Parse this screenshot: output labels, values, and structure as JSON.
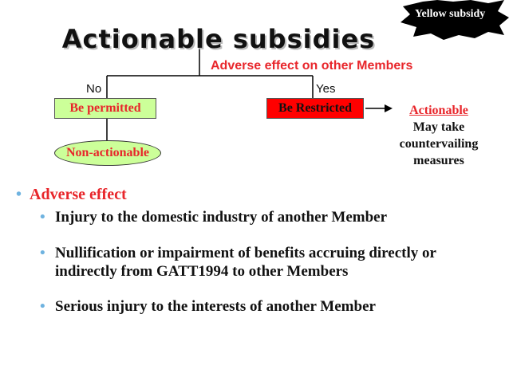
{
  "burst": {
    "label": "Yellow subsidy",
    "fill": "#000000",
    "text_color": "#ffffff"
  },
  "title": "Actionable subsidies",
  "condition": "Adverse effect on other Members",
  "branches": {
    "no_label": "No",
    "yes_label": "Yes",
    "permitted": "Be permitted",
    "restricted": "Be Restricted",
    "non_actionable": "Non-actionable",
    "actionable_head": "Actionable",
    "actionable_lines": [
      "May take",
      "countervailing",
      "measures"
    ]
  },
  "bullets": {
    "main": "Adverse effect",
    "items": [
      "Injury to the domestic industry of another Member",
      "Nullification or impairment of benefits accruing directly or indirectly from GATT1994 to other Members",
      "Serious injury to the interests of another Member"
    ]
  },
  "colors": {
    "red": "#e8262b",
    "green_box": "#ccff99",
    "red_box": "#ff0000",
    "bullet": "#6fb3e0"
  }
}
